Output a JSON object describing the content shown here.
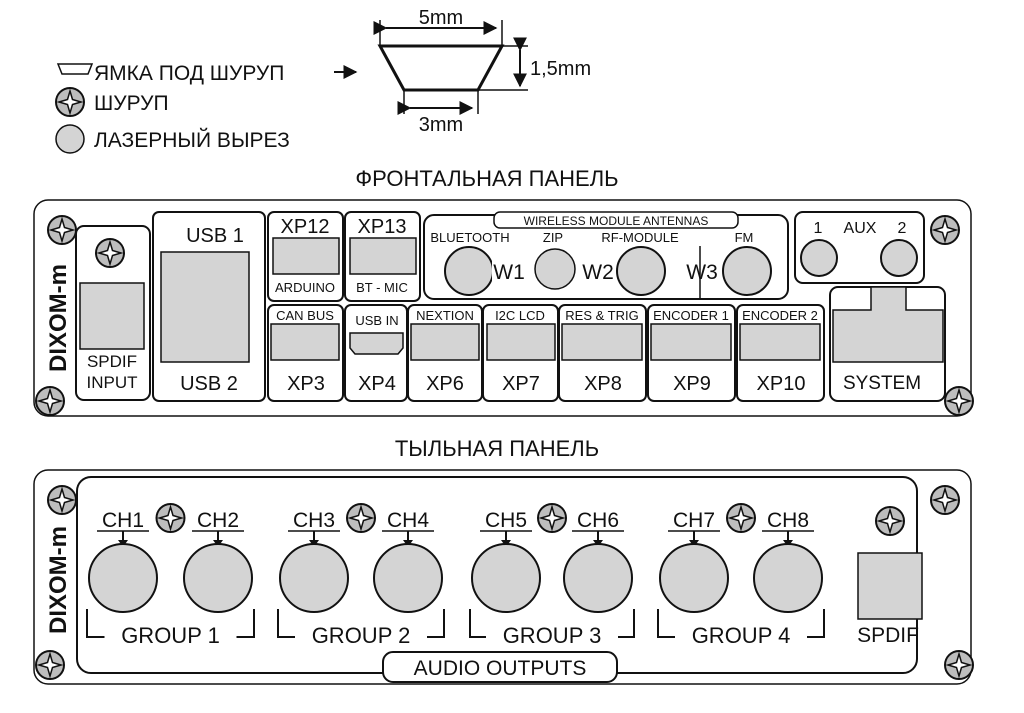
{
  "legend": {
    "dim_top": "5mm",
    "dim_bottom": "3mm",
    "dim_height": "1,5mm",
    "item_recess": "ЯМКА ПОД ШУРУП",
    "item_screw": "ШУРУП",
    "item_laser_cut": "ЛАЗЕРНЫЙ ВЫРЕЗ"
  },
  "front_panel": {
    "title": "ФРОНТАЛЬНАЯ ПАНЕЛЬ",
    "brand": "DIXOM-m",
    "spdif_input": [
      "SPDIF",
      "INPUT"
    ],
    "usb1": "USB 1",
    "usb2": "USB 2",
    "xp12": "XP12",
    "arduino": "ARDUINO",
    "xp13": "XP13",
    "bt_mic": "BT - MIC",
    "antennas_title": "WIRELESS MODULE ANTENNAS",
    "bluetooth": "BLUETOOTH",
    "zip": "ZIP",
    "rf_module": "RF-MODULE",
    "fm": "FM",
    "w1": "W1",
    "w2": "W2",
    "w3": "W3",
    "aux": "AUX",
    "aux1": "1",
    "aux2": "2",
    "can_bus": "CAN BUS",
    "xp3": "XP3",
    "usb_in": "USB IN",
    "xp4": "XP4",
    "nextion": "NEXTION",
    "xp6": "XP6",
    "i2c_lcd": "I2C LCD",
    "xp7": "XP7",
    "res_trig": "RES & TRIG",
    "xp8": "XP8",
    "encoder1": "ENCODER 1",
    "xp9": "XP9",
    "encoder2": "ENCODER 2",
    "xp10": "XP10",
    "system": "SYSTEM"
  },
  "rear_panel": {
    "title": "ТЫЛЬНАЯ ПАНЕЛЬ",
    "brand": "DIXOM-m",
    "channels": [
      "CH1",
      "CH2",
      "CH3",
      "CH4",
      "CH5",
      "CH6",
      "CH7",
      "CH8"
    ],
    "groups": [
      "GROUP 1",
      "GROUP 2",
      "GROUP 3",
      "GROUP 4"
    ],
    "spdif": "SPDIF",
    "audio_outputs": "AUDIO OUTPUTS"
  },
  "colors": {
    "stroke": "#111111",
    "fill_cut": "#d4d4d4",
    "background": "#ffffff"
  }
}
